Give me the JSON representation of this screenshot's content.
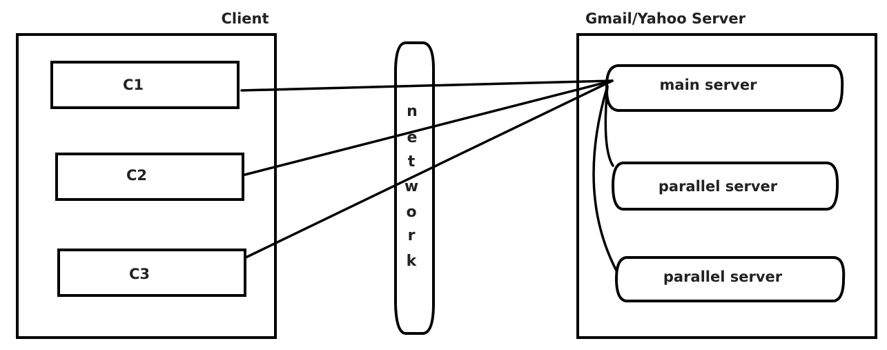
{
  "client": {
    "title": "Client",
    "boxes": [
      {
        "label": "C1"
      },
      {
        "label": "C2"
      },
      {
        "label": "C3"
      }
    ]
  },
  "network": {
    "letters": [
      "n",
      "e",
      "t",
      "w",
      "o",
      "r",
      "k"
    ]
  },
  "server": {
    "title": "Gmail/Yahoo Server",
    "main": {
      "label": "main server"
    },
    "parallel": [
      {
        "label": "parallel server"
      },
      {
        "label": "parallel server"
      }
    ]
  }
}
